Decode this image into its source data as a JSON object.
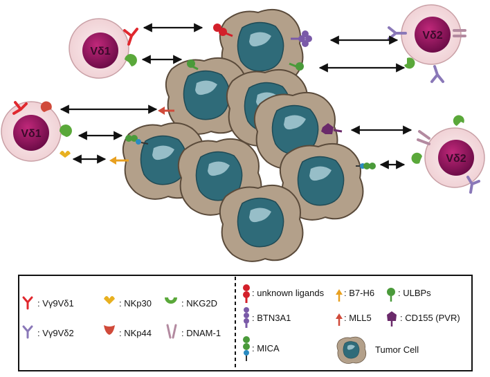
{
  "cells": {
    "vd1_top": "Vδ1",
    "vd1_left": "Vδ1",
    "vd2_top": "Vδ2",
    "vd2_right": "Vδ2"
  },
  "legend": {
    "receptors": {
      "vg9vd1": ": Vγ9Vδ1",
      "vg9vd2": ": Vγ9Vδ2",
      "nkp30": ": NKp30",
      "nkp44": ": NKp44",
      "nkg2d": ": NKG2D",
      "dnam1": ": DNAM-1"
    },
    "ligands": {
      "unknown": ": unknown ligands",
      "btn3a1": ": BTN3A1",
      "mica": ": MICA",
      "b7h6": ": B7-H6",
      "mll5": ": MLL5",
      "ulbps": ": ULBPs",
      "cd155": ": CD155 (PVR)",
      "tumor": "Tumor Cell"
    }
  },
  "colors": {
    "vd1_receptor": "#e0282e",
    "vd2_receptor": "#8a78b8",
    "nkp30": "#e8b020",
    "nkp44": "#d04a3a",
    "nkg2d": "#5aa83a",
    "dnam1": "#b38aa0",
    "unknown_ligand": "#d3202a",
    "btn3a1": "#7a5aa8",
    "ulbps": "#4a9a3a",
    "cd155": "#6a2a6a",
    "tumor_body": "#b39f88",
    "tumor_nucleus": "#2e6a78",
    "tcell_body": "#f3dede",
    "tcell_nucleus": "#a0186a"
  }
}
